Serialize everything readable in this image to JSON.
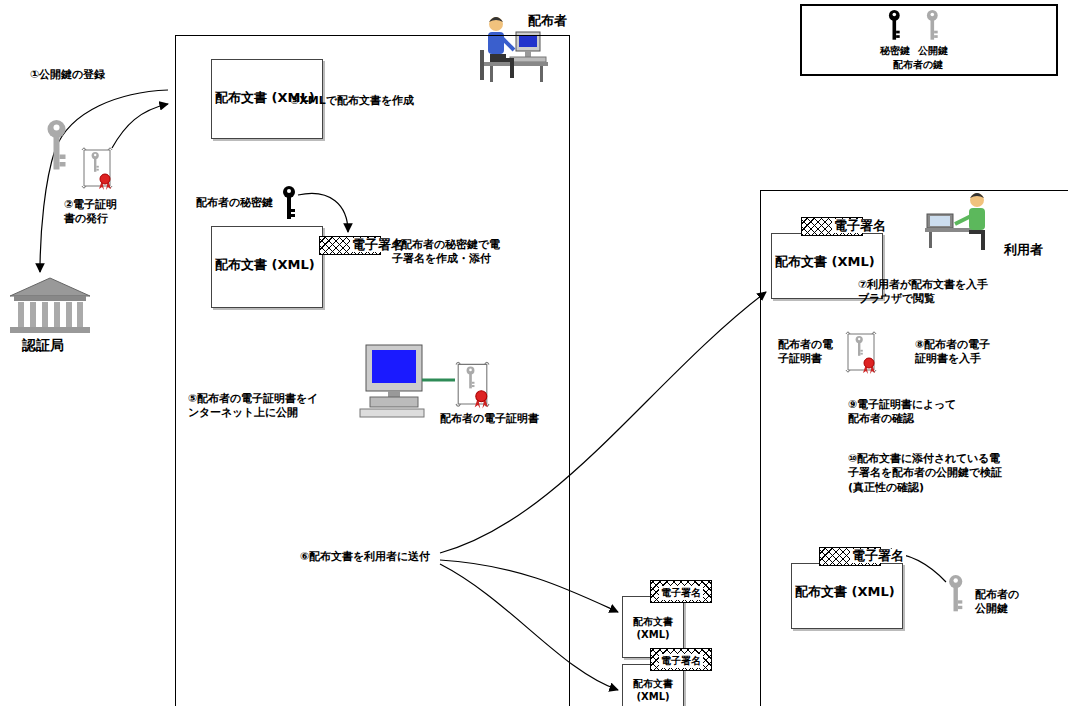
{
  "diagram": {
    "nodes": [
      {
        "text": [
          "配布者"
        ]
      },
      {
        "text": [
          "配布文書 (XML)"
        ],
        "in": 0
      },
      {
        "text": [
          "配布文書 (XML)"
        ],
        "in": 0
      },
      {
        "text": [
          "電子署名"
        ],
        "in": 0
      },
      {
        "text": [
          "配布文書 (XML)"
        ]
      },
      {
        "text": [
          "電子署名"
        ]
      },
      {
        "text": [
          "配布文書 (XML)"
        ]
      },
      {
        "text": [
          "電子署名"
        ]
      },
      {
        "text": [
          "利用者"
        ]
      },
      {
        "text": [
          "配布文書 (XML)"
        ],
        "in": 8
      },
      {
        "text": [
          "電子署名"
        ],
        "in": 8
      },
      {
        "text": [
          "配布文書 (XML)"
        ],
        "in": 8
      },
      {
        "text": [
          "電子署名"
        ],
        "in": 8
      }
    ],
    "edges": [
      {
        "from": 2,
        "to": 3,
        "arrow": "none"
      }
    ],
    "labels": [
      "①公開鍵の登録",
      "②電子証明書の発行",
      "認証局",
      "③XMLで配布文書を作成",
      "配布者の秘密鍵",
      "④配布者の秘密鍵で電子署名を作成・添付",
      "⑤配布者の電子証明書をインターネット上に公開",
      "配布者の電子証明書",
      "⑥配布文書を利用者に送付",
      "⑦利用者が配布文書を入手 ブラウザで閲覧",
      "配布者の電子証明書",
      "⑧配布者の電子証明書を入手",
      "⑨電子証明書によって配布者の確認",
      "⑩配布文書に添付されている電子署名を配布者の公開鍵で検証 (真正性の確認)",
      "配布者の公開鍵",
      "配布者の鍵"
    ],
    "legend": [
      {
        "text": "秘密鍵"
      },
      {
        "text": "公開鍵"
      }
    ]
  }
}
